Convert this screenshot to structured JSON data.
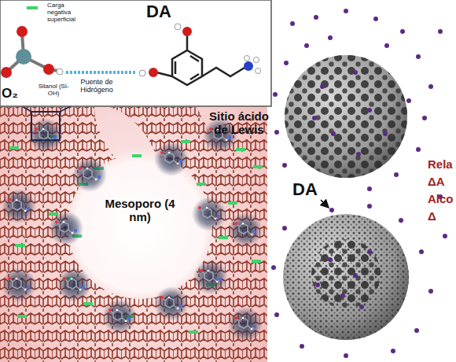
{
  "diagram": {
    "nodes": [
      {
        "text": [
          "DA",
          "Puente de Hidrógeno",
          "Silanol (Si-OH)",
          "O₂"
        ]
      }
    ],
    "labels": [
      "Sitio ácido de Lewis",
      "Mesoporo (4 nm)",
      "DA",
      "Rela",
      "ΔA",
      "Alco",
      "Δ"
    ],
    "legend": [
      {
        "text": "Carga negativa superficial",
        "color": "#3fd46a"
      }
    ]
  }
}
